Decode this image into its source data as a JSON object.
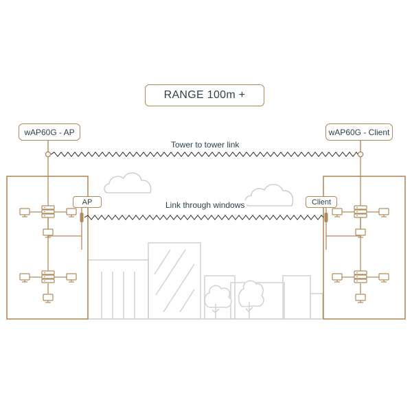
{
  "title": "RANGE 100m +",
  "left_device": "wAP60G - AP",
  "right_device": "wAP60G - Client",
  "tower_link_label": "Tower to tower link",
  "window_link_label": "Link through windows",
  "left_tag": "AP",
  "right_tag": "Client",
  "colors": {
    "accent": "#b08a5a",
    "building": "#d4d4d4",
    "text": "#2f3e4a"
  }
}
